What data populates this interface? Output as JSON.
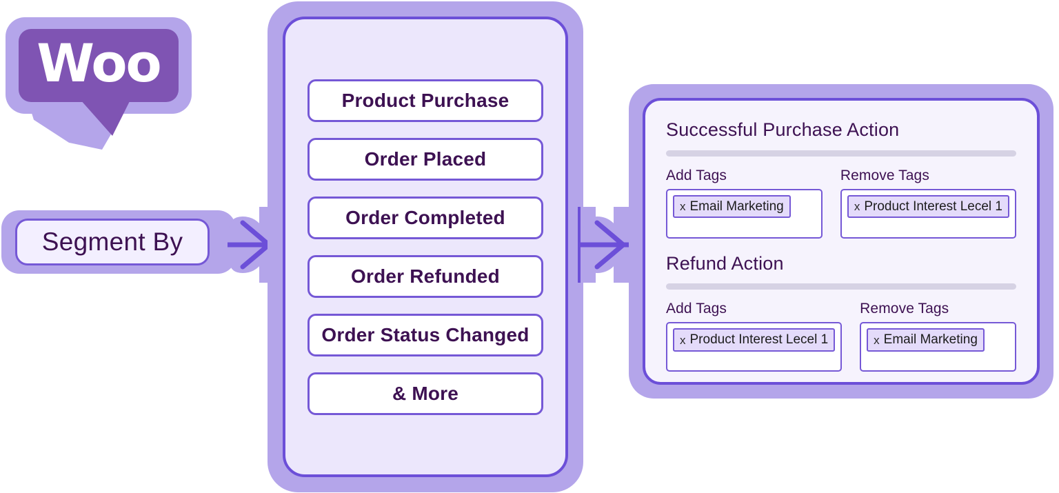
{
  "logo": {
    "name": "woocommerce-logo",
    "wordmark": "Woo",
    "bubble_color": "#7f54b3",
    "bubble_outline_color": "#b4a5ea"
  },
  "segment": {
    "label": "Segment By"
  },
  "events_panel": {
    "items": [
      {
        "label": "Product Purchase"
      },
      {
        "label": "Order Placed"
      },
      {
        "label": "Order Completed"
      },
      {
        "label": "Order Refunded"
      },
      {
        "label": "Order Status Changed"
      },
      {
        "label": "& More"
      }
    ]
  },
  "actions_panel": {
    "sections": [
      {
        "title": "Successful Purchase Action",
        "add_tags_label": "Add Tags",
        "remove_tags_label": "Remove Tags",
        "add_tags": [
          {
            "remove_icon": "x",
            "label": "Email Marketing"
          }
        ],
        "remove_tags": [
          {
            "remove_icon": "x",
            "label": "Product Interest Lecel 1"
          }
        ]
      },
      {
        "title": "Refund Action",
        "add_tags_label": "Add Tags",
        "remove_tags_label": "Remove Tags",
        "add_tags": [
          {
            "remove_icon": "x",
            "label": "Product Interest Lecel 1"
          }
        ],
        "remove_tags": [
          {
            "remove_icon": "x",
            "label": "Email Marketing"
          }
        ]
      }
    ]
  },
  "connectors": [
    {
      "name": "arrow-segment-to-events",
      "direction": "right"
    },
    {
      "name": "arrow-events-to-actions",
      "direction": "right"
    }
  ],
  "colors": {
    "accent_purple": "#7558d6",
    "deep_purple_border": "#6c4fd8",
    "lavender_shell": "#b4a5ea",
    "panel_fill_left": "#ece7fc",
    "panel_fill_right": "#f6f3fd",
    "text_dark_purple": "#3d1152",
    "chip_fill": "#e4dbfa",
    "divider": "#d6d2e4",
    "woo_brand": "#7f54b3"
  }
}
